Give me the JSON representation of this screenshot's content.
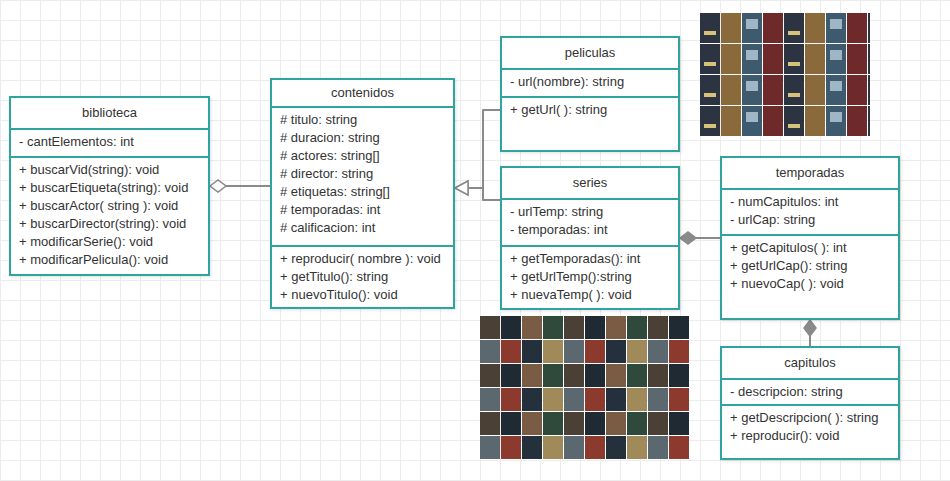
{
  "diagram": {
    "nodes": [
      {
        "text": [
          "biblioteca",
          "- cantElementos: int",
          "+ buscarVid(string): void",
          "+ buscarEtiqueta(string): void",
          "+ buscarActor( string ): void",
          "+ buscarDirector(string): void",
          "+ modificarSerie(): void",
          "+ modificarPelicula(): void"
        ]
      },
      {
        "text": [
          "contenidos",
          "# titulo: string",
          "# duracion: string",
          "# actores: string[]",
          "# director: string",
          "# etiquetas: string[]",
          "# temporadas: int",
          "# calificacion: int",
          "+ reproducir( nombre ): void",
          "+ getTitulo(): string",
          "+ nuevoTitulo(): void"
        ]
      },
      {
        "text": [
          "peliculas",
          "- url(nombre): string",
          "+ getUrl( ): string"
        ]
      },
      {
        "text": [
          "series",
          "- urlTemp: string",
          "- temporadas: int",
          "+ getTemporadas(): int",
          "+ getUrlTemp():string",
          "+ nuevaTemp( ): void"
        ]
      },
      {
        "text": [
          "temporadas",
          "- numCapitulos: int",
          "- urlCap: string",
          "+ getCapitulos( ): int",
          "+ getUrlCap(): string",
          "+ nuevoCap( ): void"
        ]
      },
      {
        "text": [
          "capitulos",
          "- descripcion: string",
          "+ getDescripcion( ): string",
          "+ reproducir(): void"
        ]
      }
    ],
    "edges": [
      {
        "from": 1,
        "to": 0,
        "arrow": "to"
      },
      {
        "from": 2,
        "to": 1,
        "arrow": "to"
      },
      {
        "from": 3,
        "to": 1,
        "arrow": "to"
      },
      {
        "from": 4,
        "to": 3,
        "arrow": "to"
      },
      {
        "from": 5,
        "to": 4,
        "arrow": "to"
      }
    ]
  }
}
